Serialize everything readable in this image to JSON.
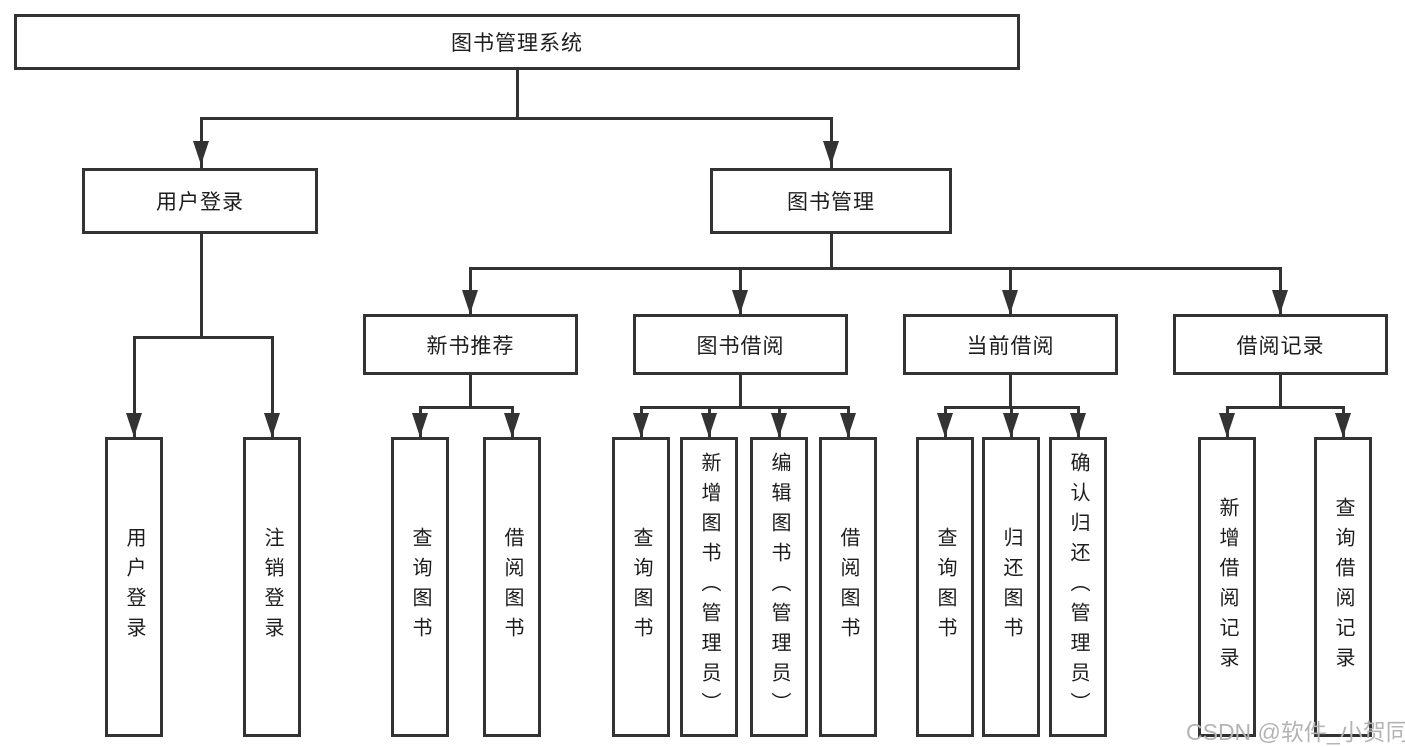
{
  "colors": {
    "line": "#333333",
    "text": "#1d1d1d",
    "watermark": "#b4b4b4",
    "bg": "#ffffff"
  },
  "tree": {
    "root": {
      "label": "图书管理系统",
      "children": [
        {
          "label": "用户登录",
          "children": [
            {
              "label": "用户登录"
            },
            {
              "label": "注销登录"
            }
          ]
        },
        {
          "label": "图书管理",
          "children": [
            {
              "label": "新书推荐",
              "children": [
                {
                  "label": "查询图书"
                },
                {
                  "label": "借阅图书"
                }
              ]
            },
            {
              "label": "图书借阅",
              "children": [
                {
                  "label": "查询图书"
                },
                {
                  "label": "新增图书（管理员）"
                },
                {
                  "label": "编辑图书（管理员）"
                },
                {
                  "label": "借阅图书"
                }
              ]
            },
            {
              "label": "当前借阅",
              "children": [
                {
                  "label": "查询图书"
                },
                {
                  "label": "归还图书"
                },
                {
                  "label": "确认归还（管理员）"
                }
              ]
            },
            {
              "label": "借阅记录",
              "children": [
                {
                  "label": "新增借阅记录"
                },
                {
                  "label": "查询借阅记录"
                }
              ]
            }
          ]
        }
      ]
    }
  },
  "watermark": {
    "text": "CSDN @软件_小贺同学"
  }
}
